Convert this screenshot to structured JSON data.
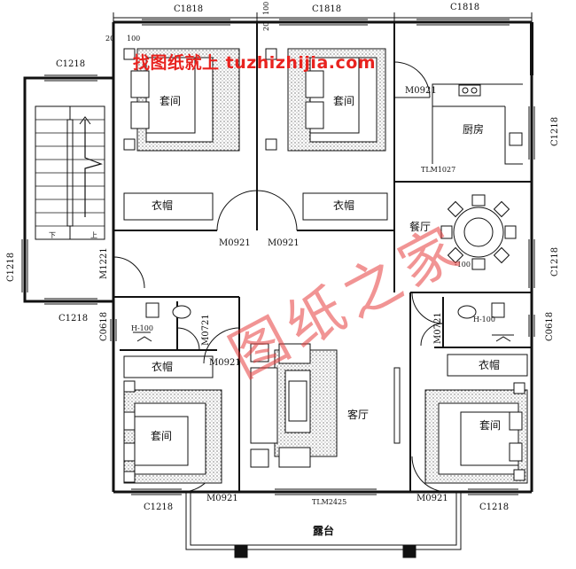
{
  "watermark": {
    "caption": "找图纸就上 tuzhizhijia.com",
    "stamp": "图纸之家",
    "color": "#e8231f"
  },
  "dimensions": {
    "top_window_1": "C1818",
    "top_window_2": "C1818",
    "top_window_3": "C1818",
    "offset_20_a": "20",
    "offset_100_a": "100",
    "offset_20_b": "20",
    "offset_100_b": "100"
  },
  "rooms": {
    "bedroom_top_left": "套间",
    "bedroom_top_mid": "套间",
    "kitchen": "厨房",
    "wardrobe_top_left": "衣帽",
    "wardrobe_top_mid": "衣帽",
    "dining": "餐厅",
    "living": "客厅",
    "wardrobe_bottom_left": "衣帽",
    "wardrobe_bottom_right": "衣帽",
    "bedroom_bottom_left": "套间",
    "bedroom_bottom_right": "套间",
    "terrace": "露台"
  },
  "doors_windows": {
    "c1218_stair_top": "C1218",
    "c1218_left_side": "C1218",
    "c1218_stair_bottom": "C1218",
    "c1218_kitchen_right": "C1218",
    "c1218_dining_right": "C1218",
    "c1218_bottom_left": "C1218",
    "c1218_bottom_right": "C1218",
    "m0921_kitchen": "M0921",
    "m0921_hall_left": "M0921",
    "m0921_hall_right": "M0921",
    "m0921_bed_left": "M0921",
    "m0921_bottom_left": "M0921",
    "m0921_bottom_right": "M0921",
    "m1221": "M1221",
    "c0618_left": "C0618",
    "c0618_right": "C0618",
    "m0721_left": "M0721",
    "m0721_right": "M0721",
    "tlm1027": "TLM1027",
    "tlm2425": "TLM2425",
    "h100_left": "H-100",
    "h100_right": "H-100",
    "stair_down": "下",
    "stair_up": "上",
    "h100_dining": "-100"
  }
}
